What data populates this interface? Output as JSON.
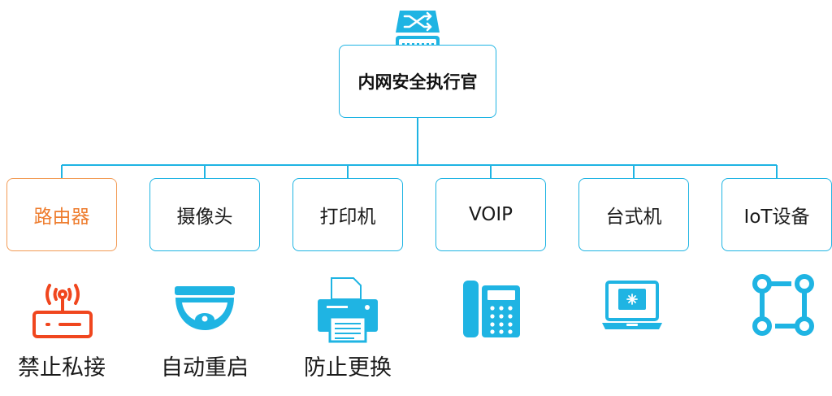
{
  "root": {
    "label": "内网安全执行官",
    "icon": "network-switch-icon"
  },
  "devices": [
    {
      "label": "路由器",
      "icon": "router-icon",
      "caption": "禁止私接",
      "highlighted": true
    },
    {
      "label": "摄像头",
      "icon": "dome-camera-icon",
      "caption": "自动重启",
      "highlighted": false
    },
    {
      "label": "打印机",
      "icon": "printer-icon",
      "caption": "防止更换",
      "highlighted": false
    },
    {
      "label": "VOIP",
      "icon": "desk-phone-icon",
      "caption": "",
      "highlighted": false
    },
    {
      "label": "台式机",
      "icon": "laptop-icon",
      "caption": "",
      "highlighted": false
    },
    {
      "label": "IoT设备",
      "icon": "iot-nodes-icon",
      "caption": "",
      "highlighted": false
    }
  ],
  "colors": {
    "accent": "#1fb4e3",
    "highlight": "#ee7d2f",
    "router_icon": "#f0461e",
    "line": "#1fb4e3"
  }
}
